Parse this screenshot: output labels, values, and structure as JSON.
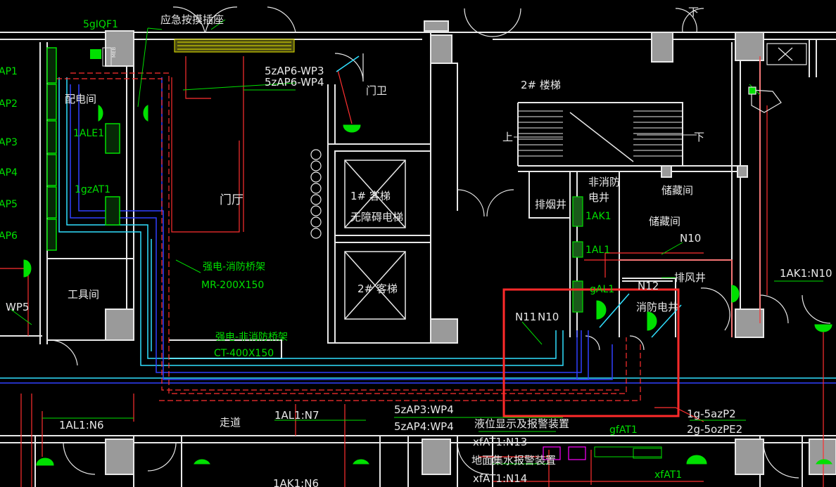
{
  "labels": {
    "top_box": "5gIQF1",
    "emergency_socket": "应急按摸插座",
    "meb": "MEB",
    "ap1": "AP1",
    "ap2": "AP2",
    "ap3": "AP3",
    "ap4": "AP4",
    "ap5": "AP5",
    "ap6": "AP6",
    "dist_room": "配电间",
    "ale1": "1ALE1",
    "gzat1": "1gzAT1",
    "tool_room": "工具间",
    "wp5": "WP5",
    "wp3": "5zAP6-WP3",
    "wp4": "5zAP6-WP4",
    "guard": "门卫",
    "lobby": "门厅",
    "tray1_title": "强电-消防桥架",
    "tray1_size": "MR-200X150",
    "tray2_title": "强电-非消防桥架",
    "tray2_size": "CT-400X150",
    "elev1_a": "1# 客梯",
    "elev1_b": "无障碍电梯",
    "elev2": "2# 客梯",
    "stair": "2# 楼梯",
    "up1": "上",
    "down1": "下",
    "down_top": "下",
    "smoke_shaft": "排烟井",
    "nonfire_a": "非消防",
    "nonfire_b": "电井",
    "storage_a": "储藏间",
    "storage_b": "储藏间",
    "ak1": "1AK1",
    "al1": "1AL1",
    "ga1": "gAL1",
    "n10_storage": "N10",
    "n12": "N12",
    "exhaust": "排风井",
    "fire_shaft": "消防电井",
    "ak1n10": "1AK1:N10",
    "n11": "N11",
    "n10": "N10",
    "al1n6": "1AL1:N6",
    "corridor": "走道",
    "al1n7": "1AL1:N7",
    "zap3": "5zAP3:WP4",
    "zap4": "5zAP4:WP4",
    "level_alarm": "液位显示及报警装置",
    "xfat1n13": "xfAT1:N13",
    "floor_alarm": "地面集水报警装置",
    "xfat1n14": "xfAT1:N14",
    "gfat1": "gfAT1",
    "xfat1": "xfAT1",
    "p2": "1g-5azP2",
    "pe2": "2g-5ozPE2",
    "ak1n6": "1AK1:N6"
  },
  "colors": {
    "background": "#000000",
    "wall": "#e8e8e8",
    "red_cable": "#ff3030",
    "green_text": "#00e000",
    "cyan_tray": "#30e0ff",
    "blue_tray": "#3040ff",
    "highlight": "#ff2a2a",
    "magenta": "#ff00ff",
    "yellow_socket": "#e8e800"
  }
}
